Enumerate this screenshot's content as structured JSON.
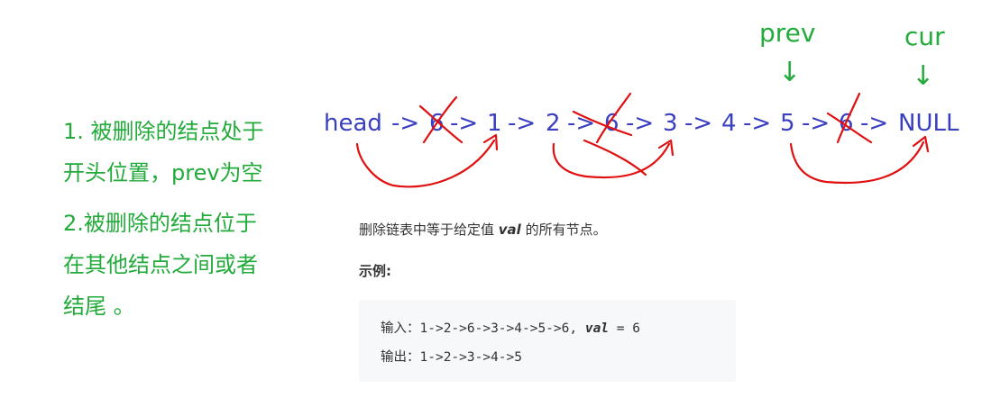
{
  "pointers": {
    "prev_label": "prev",
    "cur_label": "cur",
    "arrow_glyph": "↓"
  },
  "chain": [
    "head",
    "->",
    "6",
    "->",
    "1",
    "->",
    "2",
    "->",
    "6",
    "->",
    "3",
    "->",
    "4",
    "->",
    "5",
    "->",
    "6",
    "->",
    "NULL"
  ],
  "notes": {
    "note1_line1": "1. 被删除的结点处于",
    "note1_line2": "开头位置，prev为空",
    "note2_line1": "2.被删除的结点位于",
    "note2_line2": "在其他结点之间或者",
    "note2_line3": "结尾 。"
  },
  "problem": {
    "desc_before": "删除链表中等于给定值 ",
    "desc_var": "val",
    "desc_after": " 的所有节点。",
    "example_title": "示例:",
    "input_label": "输入：",
    "input_list": "1->2->6->3->4->5->6,",
    "input_var": "val",
    "input_eq": " = 6",
    "output_label": "输出：",
    "output_list": "1->2->3->4->5"
  },
  "colors": {
    "annotation_green": "#22aa3a",
    "chain_blue": "#3a3fc0",
    "ink_red": "#e01010",
    "code_bg": "#f7f8fa"
  }
}
